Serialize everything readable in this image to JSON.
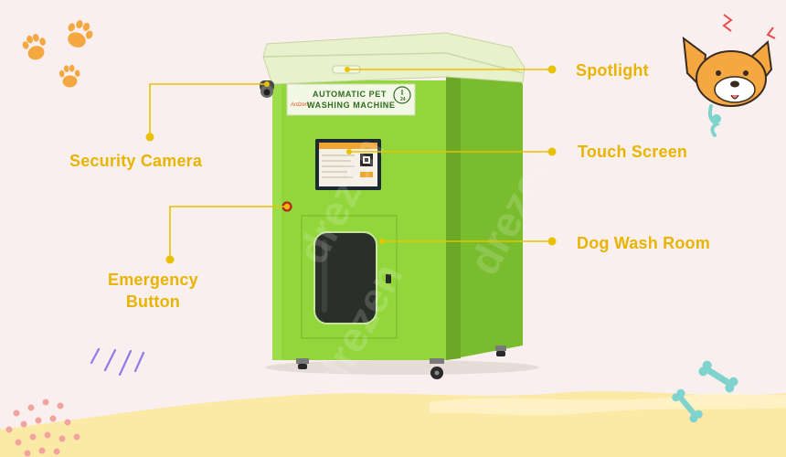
{
  "labels": {
    "spotlight": "Spotlight",
    "touch_screen": "Touch Screen",
    "dog_wash_room": "Dog Wash Room",
    "security_camera": "Security Camera",
    "emergency_line1": "Emergency",
    "emergency_line2": "Button"
  },
  "machine_sign": {
    "line1": "AUTOMATIC PET",
    "line2": "WASHING MACHINE",
    "brand": "Ardzen",
    "badge": "24"
  },
  "watermark": "drezen",
  "colors": {
    "background": "#f8efee",
    "label": "#e8b400",
    "leader": "#e8c200",
    "machine_green": "#8fd63a",
    "machine_side": "#6fb02a",
    "top_cap": "#e6f0c8",
    "paw_orange": "#f5a742",
    "bone_teal": "#7fd3cf"
  },
  "icons": [
    "paw-print-icon",
    "dog-face-icon",
    "bone-icon"
  ]
}
